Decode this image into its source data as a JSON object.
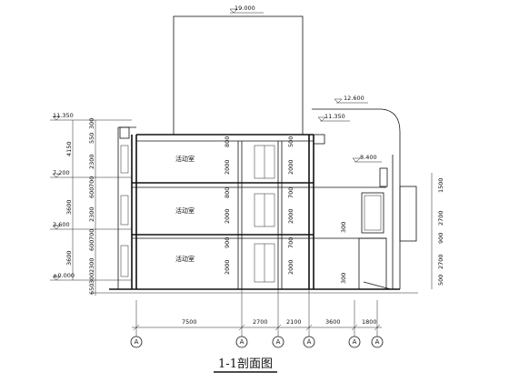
{
  "title": "1-1剖面图",
  "elevations": {
    "top": "19.000",
    "roof_right": "12.600",
    "roof_left": "11.350",
    "roof_right_eave": "11.350",
    "canopy": "8.400",
    "floor3": "7.200",
    "floor2": "3.600",
    "ground": "±0.000"
  },
  "rooms": [
    "活动室",
    "活动室",
    "活动室"
  ],
  "left_dims_outer": [
    "4150",
    "3600",
    "3600"
  ],
  "left_dims_inner": [
    "300",
    "550",
    "2300",
    "700",
    "600",
    "2300",
    "700",
    "600",
    "2300",
    "300",
    "650"
  ],
  "window_dims_mid": [
    "2000",
    "2000",
    "2000"
  ],
  "window_dims_tags": [
    "800",
    "800",
    "900"
  ],
  "window_dims_pair": [
    "2000",
    "2000",
    "2000"
  ],
  "window_dims_pair_tags": [
    "500",
    "700",
    "700"
  ],
  "right_dims": [
    "1500",
    "2700",
    "900",
    "2700",
    "500"
  ],
  "small_dims": [
    "300",
    "300"
  ],
  "bottom_dims": [
    "7500",
    "2700",
    "2100",
    "3600",
    "1800"
  ],
  "axis_labels": [
    "A",
    "A",
    "A",
    "A",
    "A",
    "A"
  ]
}
